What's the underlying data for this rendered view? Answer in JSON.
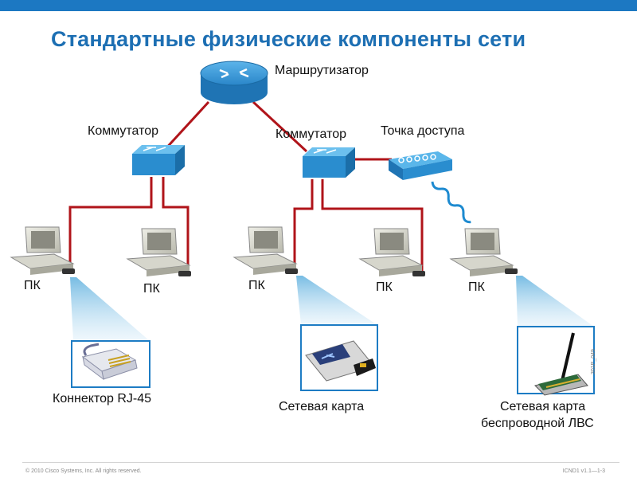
{
  "title": "Стандартные физические компоненты сети",
  "labels": {
    "router": "Маршрутизатор",
    "switch_left": "Коммутатор",
    "switch_right": "Коммутатор",
    "access_point": "Точка доступа",
    "pc1": "ПК",
    "pc2": "ПК",
    "pc3": "ПК",
    "pc4": "ПК",
    "pc5": "ПК",
    "rj45": "Коннектор RJ-45",
    "nic": "Сетевая карта",
    "wnic_line1": "Сетевая карта",
    "wnic_line2": "беспроводной ЛВС"
  },
  "image_code": "301P_049",
  "footer": {
    "copyright": "© 2010 Cisco Systems, Inc. All rights reserved.",
    "course": "ICND1 v1.1—1-3"
  },
  "colors": {
    "accent": "#1d6fb3",
    "cable": "#b0141a",
    "device_blue": "#2c8fd0"
  }
}
